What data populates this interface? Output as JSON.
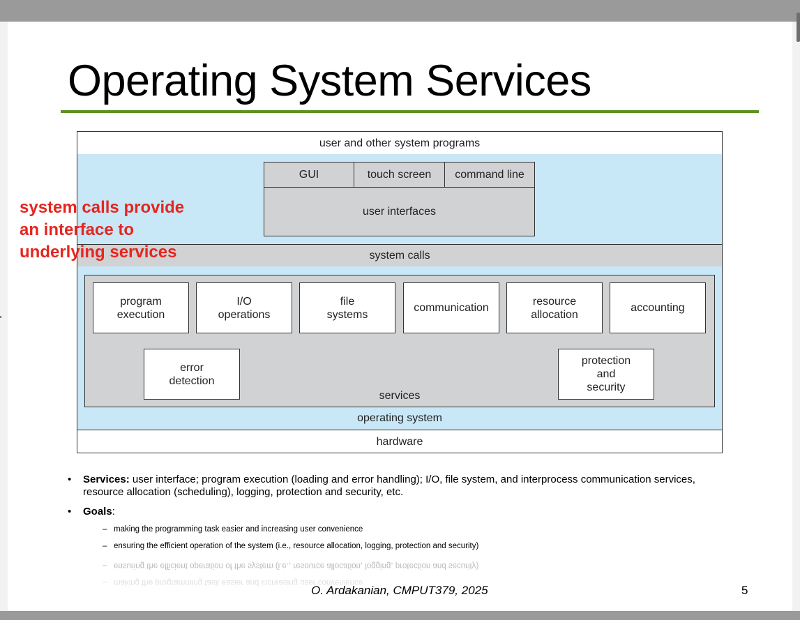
{
  "slide": {
    "title": "Operating System Services",
    "footer": "O. Ardakanian, CMPUT379, 2025",
    "page_number": "5",
    "accent_color": "#5c9221",
    "callout_color": "#e5261f"
  },
  "callout": "system calls provide\nan interface to\nunderlying services",
  "diagram": {
    "user_programs": "user and other system programs",
    "ui_gui": "GUI",
    "ui_touch": "touch screen",
    "ui_cmd": "command line",
    "ui_label": "user interfaces",
    "system_calls": "system calls",
    "svc_program": "program\nexecution",
    "svc_io": "I/O\noperations",
    "svc_file": "file\nsystems",
    "svc_comm": "communication",
    "svc_resource": "resource\nallocation",
    "svc_accounting": "accounting",
    "svc_error": "error\ndetection",
    "svc_protection": "protection\nand\nsecurity",
    "services_label": "services",
    "os_label": "operating system",
    "hardware": "hardware"
  },
  "bullets": {
    "services_head": "Services:",
    "services_text": " user interface; program execution (loading and error handling); I/O, file system, and interprocess communication services, resource allocation (scheduling), logging, protection and security, etc.",
    "goals_head": "Goals",
    "goals_colon": ":",
    "sub1": "making the programming task easier and increasing user convenience",
    "sub2": "ensuring the efficient operation of the system (i.e., resource allocation, logging, protection and security)",
    "bullet_char": "•",
    "dash_char": "–"
  }
}
